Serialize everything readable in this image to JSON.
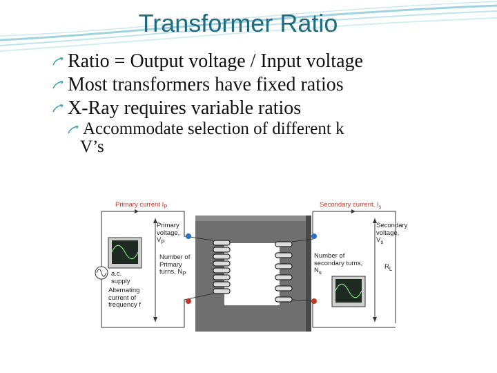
{
  "slide": {
    "title": "Transformer Ratio",
    "bullets": [
      "Ratio = Output voltage / Input voltage",
      "Most transformers have fixed ratios",
      "X-Ray requires variable ratios"
    ],
    "sub_bullets": [
      "Accommodate selection of different k",
      "V’s"
    ],
    "accent_color": "#1f6b80",
    "bullet_color": "#3aa0b8"
  },
  "figure": {
    "primary_current": "Primary current I",
    "primary_current_sub": "P",
    "secondary_current": "Secondary current, I",
    "secondary_current_sub": "s",
    "primary_voltage": "Primary\nvoltage,\nV",
    "primary_voltage_sub": "P",
    "primary_turns": "Number of\nPrimary\nturns, N",
    "primary_turns_sub": "P",
    "ac_supply": "a.c.\nsupply",
    "alt_current": "Alternating\ncurrent of\nfrequency f",
    "secondary_turns": "Number of\nsecondary turns,\nN",
    "secondary_turns_sub": "s",
    "secondary_voltage": "Secondary\nvoltage,\nV",
    "secondary_voltage_sub": "s",
    "load_label": "R",
    "load_sub": "L"
  }
}
